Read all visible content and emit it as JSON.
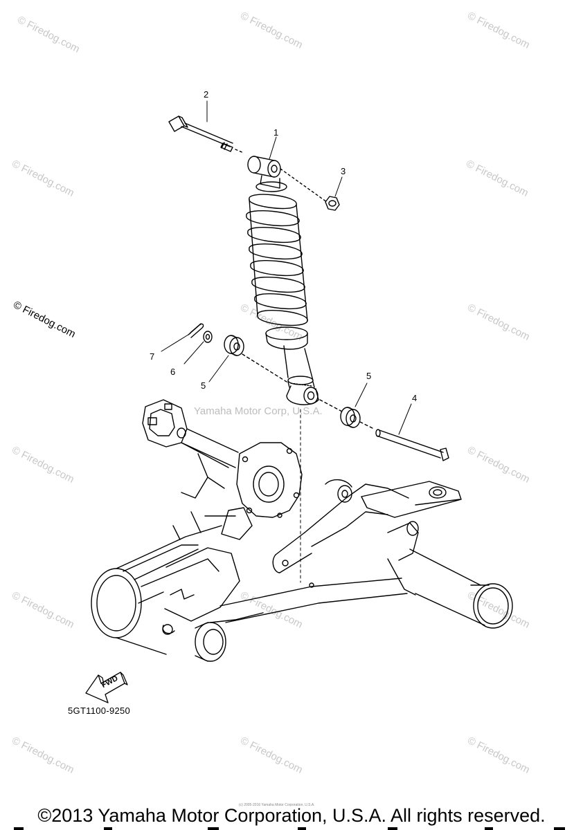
{
  "watermark_text": "© Firedog.com",
  "center_watermark": "Yamaha Motor Corp, U.S.A.",
  "callouts": {
    "c1": "1",
    "c2": "2",
    "c3": "3",
    "c4": "4",
    "c5a": "5",
    "c5b": "5",
    "c6": "6",
    "c7": "7"
  },
  "fwd_label": "FWD",
  "part_code": "5GT1100-9250",
  "tiny_copyright": "(c) 2005-2016 Yamaha Motor Corporation, U.S.A.",
  "footer": "©2013 Yamaha Motor Corporation, U.S.A. All rights reserved.",
  "colors": {
    "line": "#000000",
    "watermark": "#c8c8c8"
  }
}
